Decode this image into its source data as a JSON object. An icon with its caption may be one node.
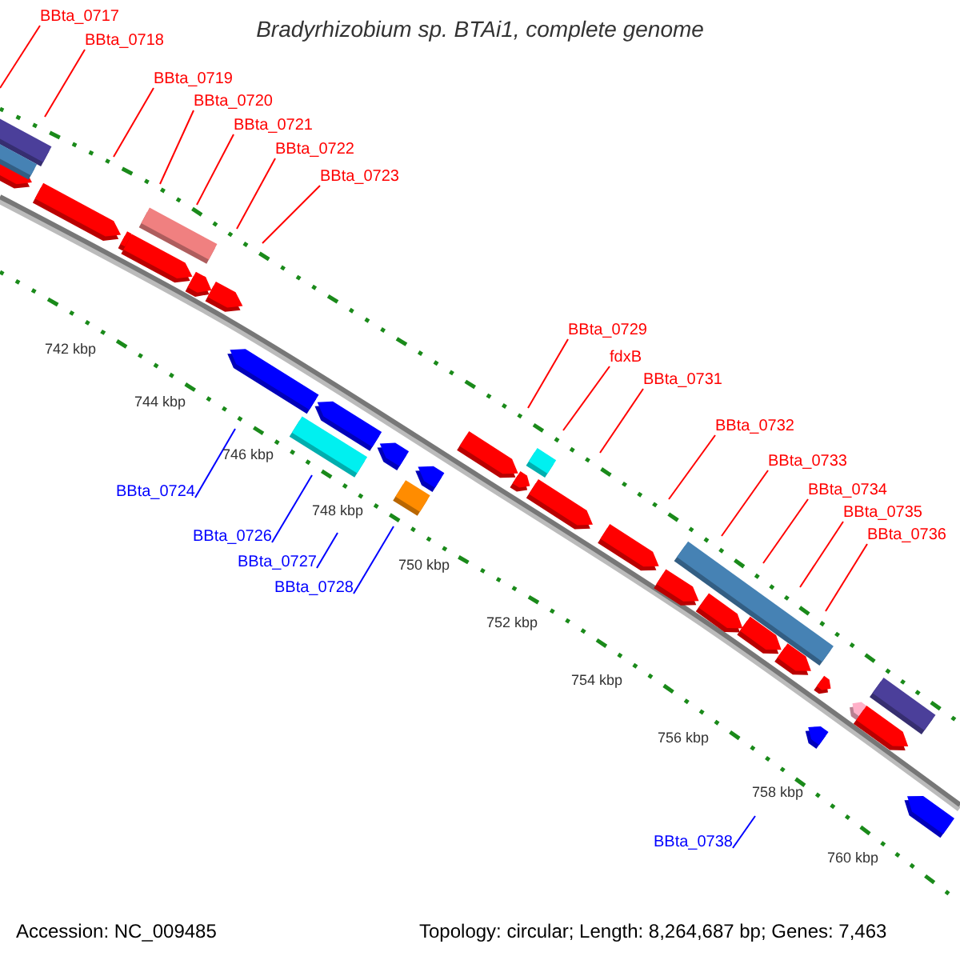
{
  "diagram": {
    "title": "Bradyrhizobium sp. BTAi1, complete genome",
    "nodes": [
      {
        "text": [
          "BBta_0717"
        ]
      },
      {
        "text": [
          "BBta_0718"
        ]
      },
      {
        "text": [
          "BBta_0719"
        ]
      },
      {
        "text": [
          "BBta_0720"
        ]
      },
      {
        "text": [
          "BBta_0721"
        ]
      },
      {
        "text": [
          "BBta_0722"
        ]
      },
      {
        "text": [
          "BBta_0723"
        ]
      },
      {
        "text": [
          "BBta_0729"
        ]
      },
      {
        "text": [
          "fdxB"
        ]
      },
      {
        "text": [
          "BBta_0731"
        ]
      },
      {
        "text": [
          "BBta_0732"
        ]
      },
      {
        "text": [
          "BBta_0733"
        ]
      },
      {
        "text": [
          "BBta_0734"
        ]
      },
      {
        "text": [
          "BBta_0735"
        ]
      },
      {
        "text": [
          "BBta_0736"
        ]
      },
      {
        "text": [
          "BBta_0724"
        ]
      },
      {
        "text": [
          "BBta_0726"
        ]
      },
      {
        "text": [
          "BBta_0727"
        ]
      },
      {
        "text": [
          "BBta_0728"
        ]
      },
      {
        "text": [
          "BBta_0738"
        ]
      }
    ],
    "edges": [
      {
        "from": 0,
        "to": null,
        "arrow": "none"
      },
      {
        "from": 1,
        "to": null,
        "arrow": "none"
      },
      {
        "from": 2,
        "to": null,
        "arrow": "none"
      },
      {
        "from": 3,
        "to": null,
        "arrow": "none"
      },
      {
        "from": 4,
        "to": null,
        "arrow": "none"
      },
      {
        "from": 5,
        "to": null,
        "arrow": "none"
      },
      {
        "from": 6,
        "to": null,
        "arrow": "none"
      },
      {
        "from": 7,
        "to": null,
        "arrow": "none"
      },
      {
        "from": 8,
        "to": null,
        "arrow": "none"
      },
      {
        "from": 9,
        "to": null,
        "arrow": "none"
      },
      {
        "from": 10,
        "to": null,
        "arrow": "none"
      },
      {
        "from": 11,
        "to": null,
        "arrow": "none"
      },
      {
        "from": 12,
        "to": null,
        "arrow": "none"
      },
      {
        "from": 13,
        "to": null,
        "arrow": "none"
      },
      {
        "from": 14,
        "to": null,
        "arrow": "none"
      },
      {
        "from": 15,
        "to": null,
        "arrow": "none",
        "color": "#0000ff"
      },
      {
        "from": 16,
        "to": null,
        "arrow": "none",
        "color": "#0000ff"
      },
      {
        "from": 17,
        "to": null,
        "arrow": "none",
        "color": "#0000ff"
      },
      {
        "from": 18,
        "to": null,
        "arrow": "none",
        "color": "#0000ff"
      },
      {
        "from": 19,
        "to": null,
        "arrow": "none",
        "color": "#0000ff"
      }
    ],
    "labels": [
      "742 kbp",
      "744 kbp",
      "746 kbp",
      "748 kbp",
      "750 kbp",
      "752 kbp",
      "754 kbp",
      "756 kbp",
      "758 kbp",
      "760 kbp",
      "Accession: NC_009485",
      "Topology: circular; Length: 8,264,687 bp; Genes: 7,463"
    ]
  }
}
